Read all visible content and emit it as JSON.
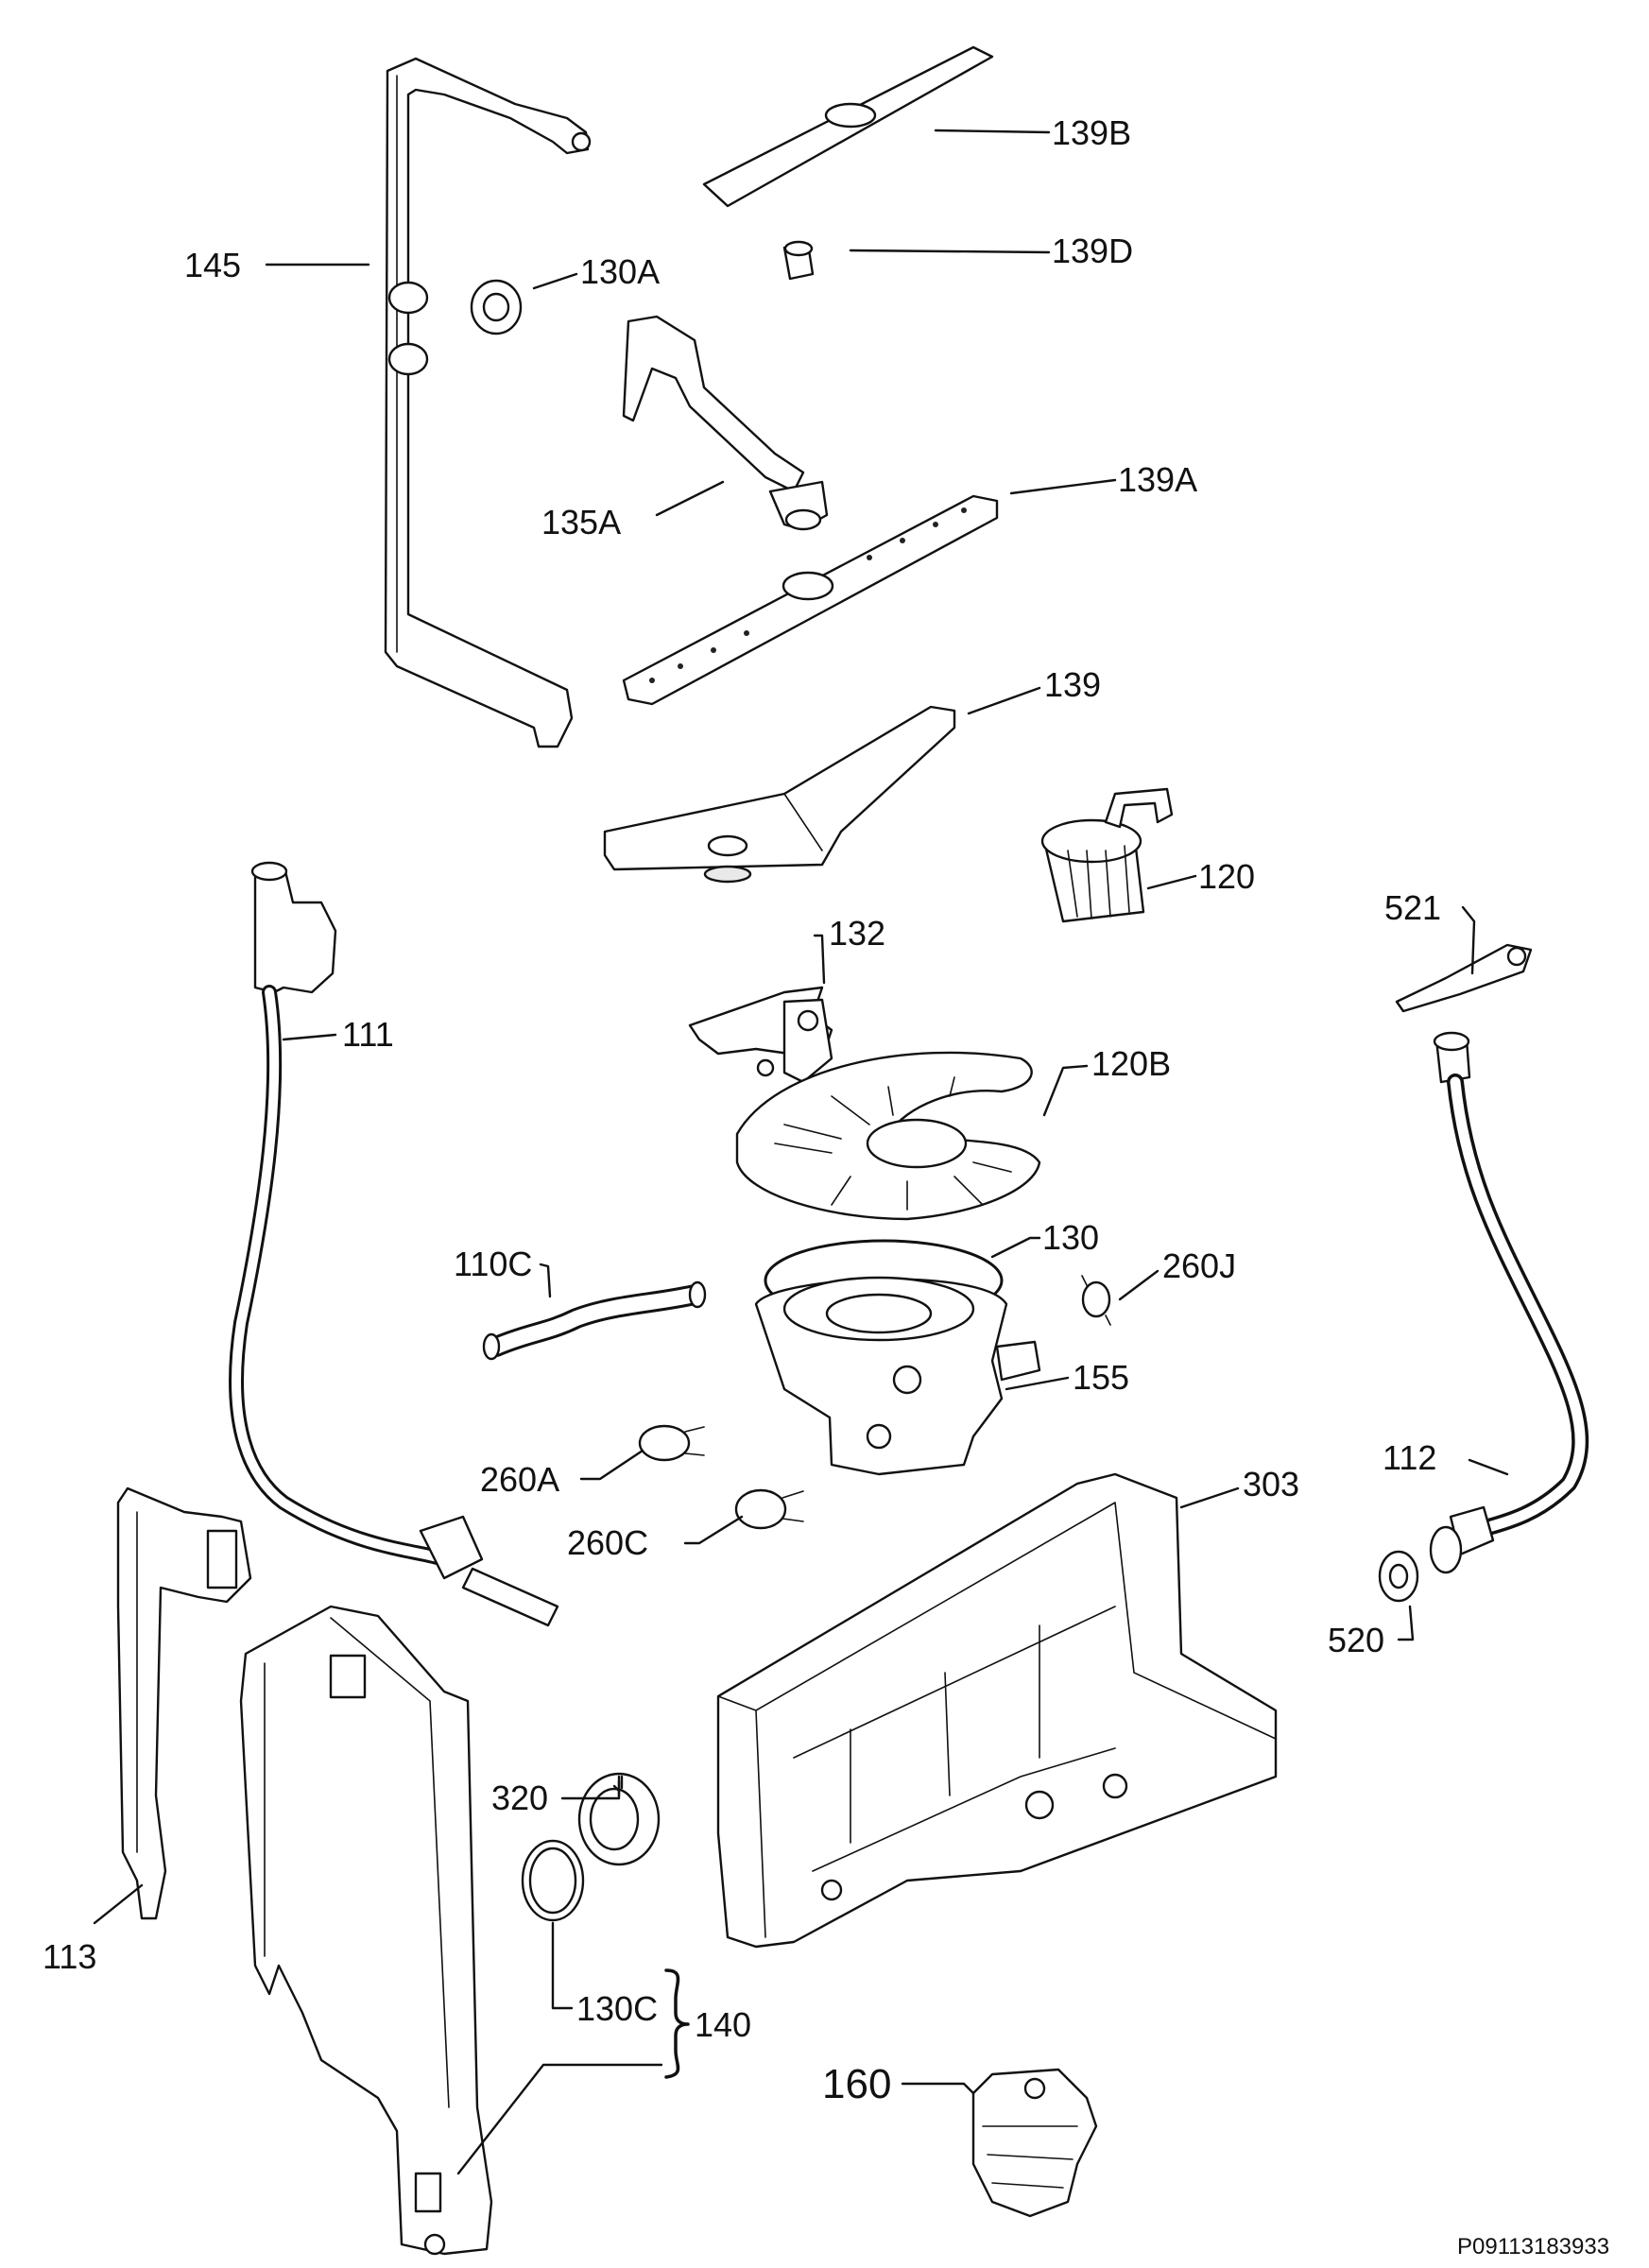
{
  "labels": {
    "p145": "145",
    "p130A": "130A",
    "p139B": "139B",
    "p139D": "139D",
    "p135A": "135A",
    "p139A": "139A",
    "p139": "139",
    "p120": "120",
    "p521": "521",
    "p132": "132",
    "p111": "111",
    "p120B": "120B",
    "p110C": "110C",
    "p130": "130",
    "p260J": "260J",
    "p155": "155",
    "p112": "112",
    "p260A": "260A",
    "p303": "303",
    "p260C": "260C",
    "p520": "520",
    "p320": "320",
    "p113": "113",
    "p130C": "130C",
    "p140": "140",
    "p160": "160"
  },
  "diagram_code": "P09113183933"
}
